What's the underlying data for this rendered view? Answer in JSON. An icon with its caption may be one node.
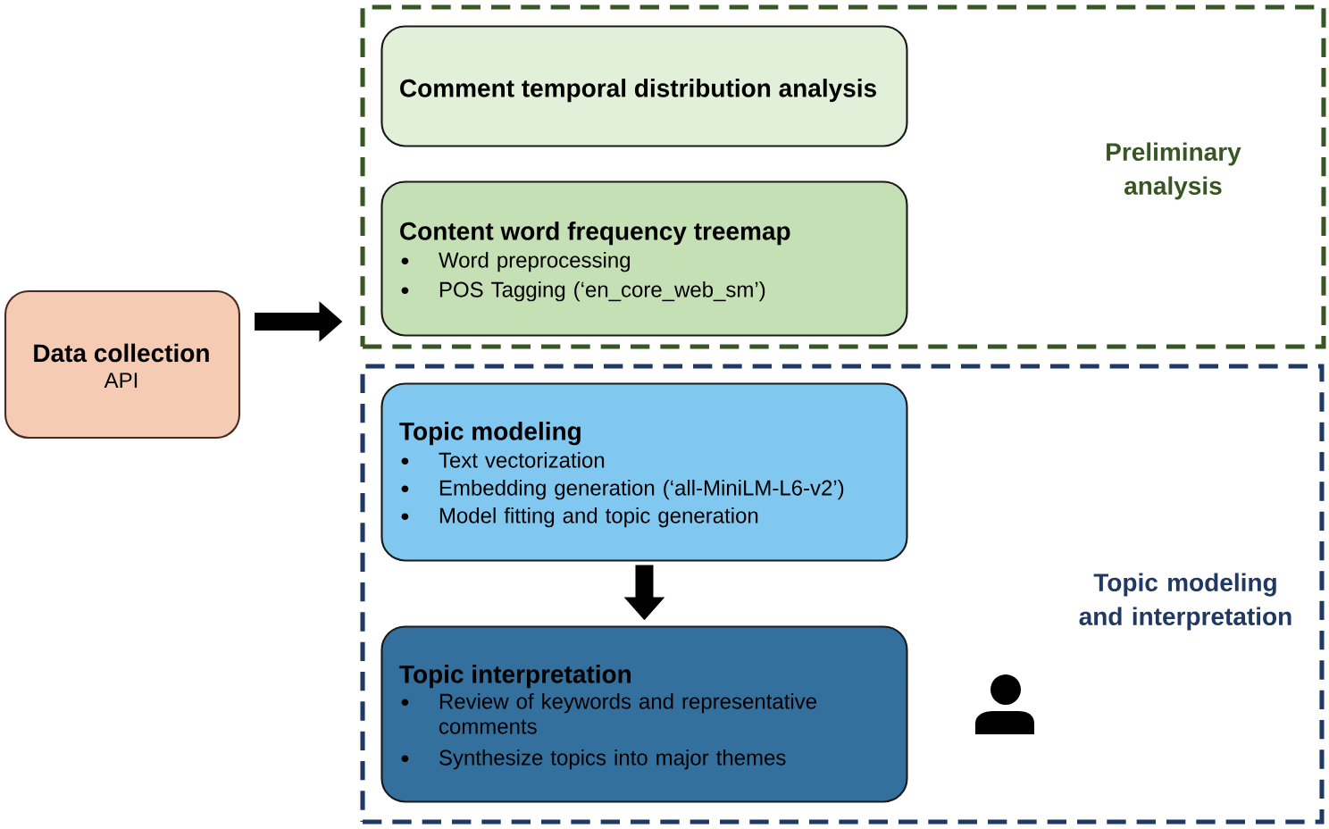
{
  "diagram": {
    "nodes": [
      {
        "text": [
          "Data collection",
          "API"
        ]
      },
      {
        "text": [
          "Preliminary analysis"
        ]
      },
      {
        "text": [
          "Comment temporal distribution analysis"
        ],
        "in": 1
      },
      {
        "text": [
          "Content word frequency treemap",
          "Word preprocessing",
          "POS Tagging (‘en_core_web_sm’)"
        ],
        "in": 1
      },
      {
        "text": [
          "Topic modeling and interpretation"
        ]
      },
      {
        "text": [
          "Topic modeling",
          "Text vectorization",
          "Embedding generation (‘all-MiniLM-L6-v2’)",
          "Model fitting and topic generation"
        ],
        "in": 4
      },
      {
        "text": [
          "Topic interpretation",
          "Review of keywords and representative comments",
          "Synthesize topics into major themes"
        ],
        "in": 4
      }
    ],
    "edges": [
      {
        "from": 0,
        "to": 1,
        "arrow": "to"
      },
      {
        "from": 5,
        "to": 6,
        "arrow": "to"
      }
    ]
  }
}
